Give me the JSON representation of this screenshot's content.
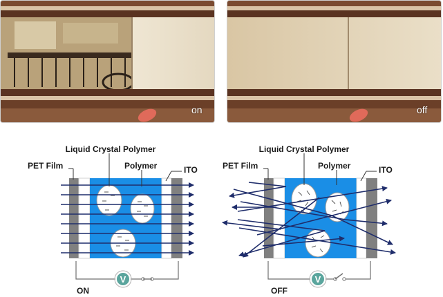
{
  "photos": {
    "on": {
      "label": "on"
    },
    "off": {
      "label": "off"
    }
  },
  "diagram_on": {
    "state_label": "ON",
    "labels": {
      "liquid_crystal_polymer": "Liquid Crystal Polymer",
      "polymer": "Polymer",
      "pet_film": "PET Film",
      "ito": "ITO"
    },
    "meter_symbol": "V"
  },
  "diagram_off": {
    "state_label": "OFF",
    "labels": {
      "liquid_crystal_polymer": "Liquid Crystal Polymer",
      "polymer": "Polymer",
      "pet_film": "PET Film",
      "ito": "ITO"
    },
    "meter_symbol": "V"
  },
  "colors": {
    "polymer_blue": "#1a8ee6",
    "film_gray": "#808080",
    "arrow_navy": "#1f2d6b",
    "frame_brown": "#5a3321"
  }
}
